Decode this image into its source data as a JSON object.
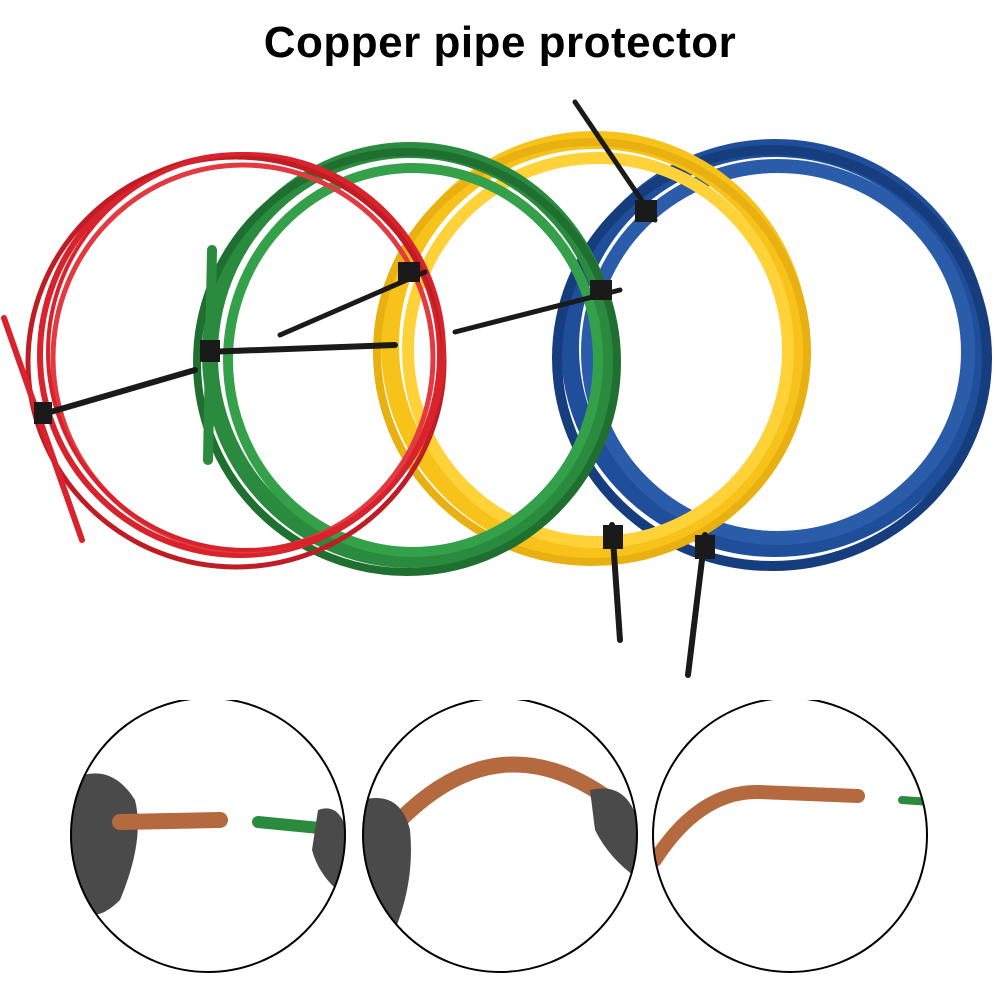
{
  "title": "Copper pipe protector",
  "colors": {
    "red": "#d8232c",
    "green": "#2a8a3e",
    "yellow": "#f7c21a",
    "blue": "#1f4e9a",
    "copper": "#b5693e",
    "tie": "#1a1a1a",
    "glove": "#4a4a4a"
  },
  "coils": [
    "red",
    "green",
    "yellow",
    "blue"
  ],
  "detail_panels": [
    {
      "id": "cut-pipe-with-green-sleeve"
    },
    {
      "id": "bent-pipe-held-by-gloves"
    },
    {
      "id": "bent-pipe-with-green-tip"
    }
  ]
}
